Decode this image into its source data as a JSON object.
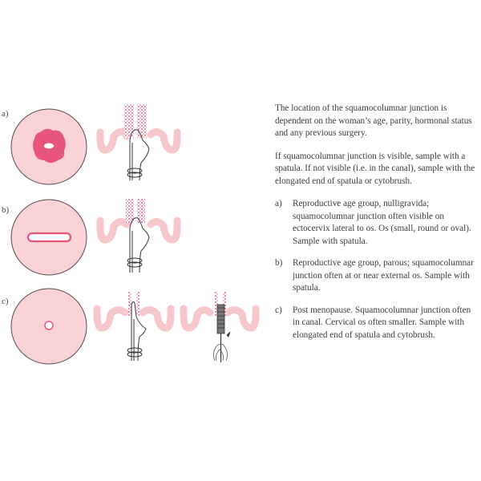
{
  "figure": {
    "rows": [
      {
        "label": "a)",
        "os_shape": "irregular round ectropion with small oval os",
        "instrument": "spatula"
      },
      {
        "label": "b)",
        "os_shape": "slit-shaped os",
        "instrument": "spatula"
      },
      {
        "label": "c)",
        "os_shape": "small round os",
        "instruments": [
          "spatula (elongated end)",
          "cytobrush"
        ]
      }
    ],
    "colors": {
      "cervix_fill": "#f9d3d6",
      "cervix_outline": "#5a4a4a",
      "transformation_zone": "#e8557a",
      "epithelium_band": "#f6c8cc",
      "columnar_cells": "#e86a8c",
      "instrument_stroke": "#333333"
    }
  },
  "text": {
    "intro": "The location of the squamocolumnar junction is dependent on the woman’s age, parity, hormonal status and any previous surgery.",
    "instruction": "If squamocolumnar junction is visible, sample with a spatula. If not visible (i.e. in the canal), sample with the elongated end of spatula or cytobrush.",
    "items": [
      {
        "marker": "a)",
        "text": "Reproductive age group, nulligravida; squamocolumnar junction often visible on ectocervix lateral to os. Os (small, round or oval). Sample with spatula."
      },
      {
        "marker": "b)",
        "text": "Reproductive age group, parous; squamocolumnar junction often at or near external os. Sample with spatula."
      },
      {
        "marker": "c)",
        "text": "Post menopause. Squamocolumnar junction often in canal. Cervical os often smaller. Sample with elongated end of spatula and cytobrush."
      }
    ]
  }
}
